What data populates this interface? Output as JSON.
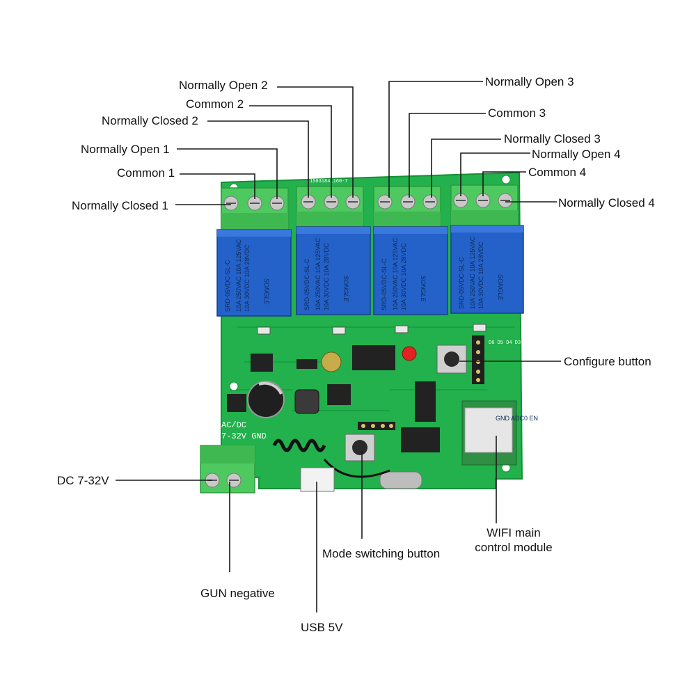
{
  "colors": {
    "pcb": "#22b14c",
    "pcb_dark": "#169a3c",
    "terminal": "#4dc95f",
    "relay": "#2462c9",
    "chip": "#222222",
    "leader": "#1a1a1a"
  },
  "board": {
    "silkscreen_header": "1503184_160-7",
    "power_marking": "AC/DC\n7-32V GND",
    "power_marking_line1": "AC/DC",
    "power_marking_line2": "7-32V GND",
    "led_labels": "D6 D5 D4 D3",
    "wifi_module_text": "GND\nADC0\nEN"
  },
  "relays": [
    {
      "model": "SRD-05VDC-SL-C",
      "rating_line1": "10A 250VAC  10A 125VAC",
      "rating_line2": "10A 30VDC  10A 28VDC",
      "brand": "SONGLE"
    },
    {
      "model": "SRD-05VDC-SL-C",
      "rating_line1": "10A 250VAC  10A 125VAC",
      "rating_line2": "10A 30VDC  10A 28VDC",
      "brand": "SONGLE"
    },
    {
      "model": "SRD-05VDC-SL-C",
      "rating_line1": "10A 250VAC  10A 125VAC",
      "rating_line2": "10A 30VDC  10A 28VDC",
      "brand": "SONGLE"
    },
    {
      "model": "SRD-05VDC-SL-C",
      "rating_line1": "10A 250VAC  10A 125VAC",
      "rating_line2": "10A 30VDC  10A 28VDC",
      "brand": "SONGLE"
    }
  ],
  "labels": {
    "no2": "Normally Open 2",
    "com2": "Common 2",
    "nc2": "Normally Closed 2",
    "no1": "Normally Open 1",
    "com1": "Common 1",
    "nc1": "Normally Closed 1",
    "no3": "Normally Open 3",
    "com3": "Common 3",
    "nc3": "Normally Closed 3",
    "no4": "Normally Open 4",
    "com4": "Common 4",
    "nc4": "Normally Closed 4",
    "configure": "Configure button",
    "dc": "DC 7-32V",
    "gun": "GUN negative",
    "usb": "USB 5V",
    "mode": "Mode switching button",
    "wifi_line1": "WIFI main",
    "wifi_line2": "control module"
  },
  "icons": {
    "terminal_screw": "screw-terminal-icon",
    "relay": "relay-icon",
    "push_button": "tactile-button-icon",
    "led": "led-icon",
    "antenna": "coil-antenna-icon"
  }
}
